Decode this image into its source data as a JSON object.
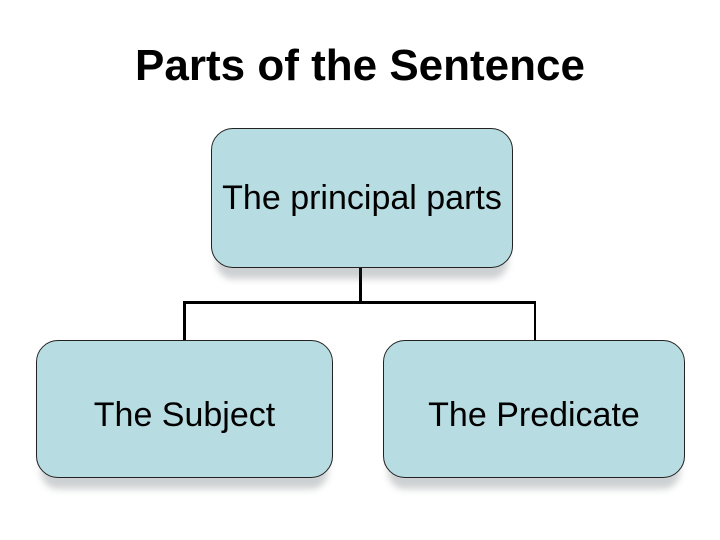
{
  "slide": {
    "title": "Parts of the Sentence"
  },
  "diagram": {
    "type": "hierarchy",
    "root": {
      "label": "The principal parts"
    },
    "children": [
      {
        "label": "The Subject"
      },
      {
        "label": "The Predicate"
      }
    ]
  },
  "colors": {
    "background": "#ffffff",
    "box-fill": "#b7dde2",
    "box-border": "#222222",
    "line": "#000000",
    "text": "#000000",
    "shadow": "rgba(60,70,80,0.25)"
  }
}
